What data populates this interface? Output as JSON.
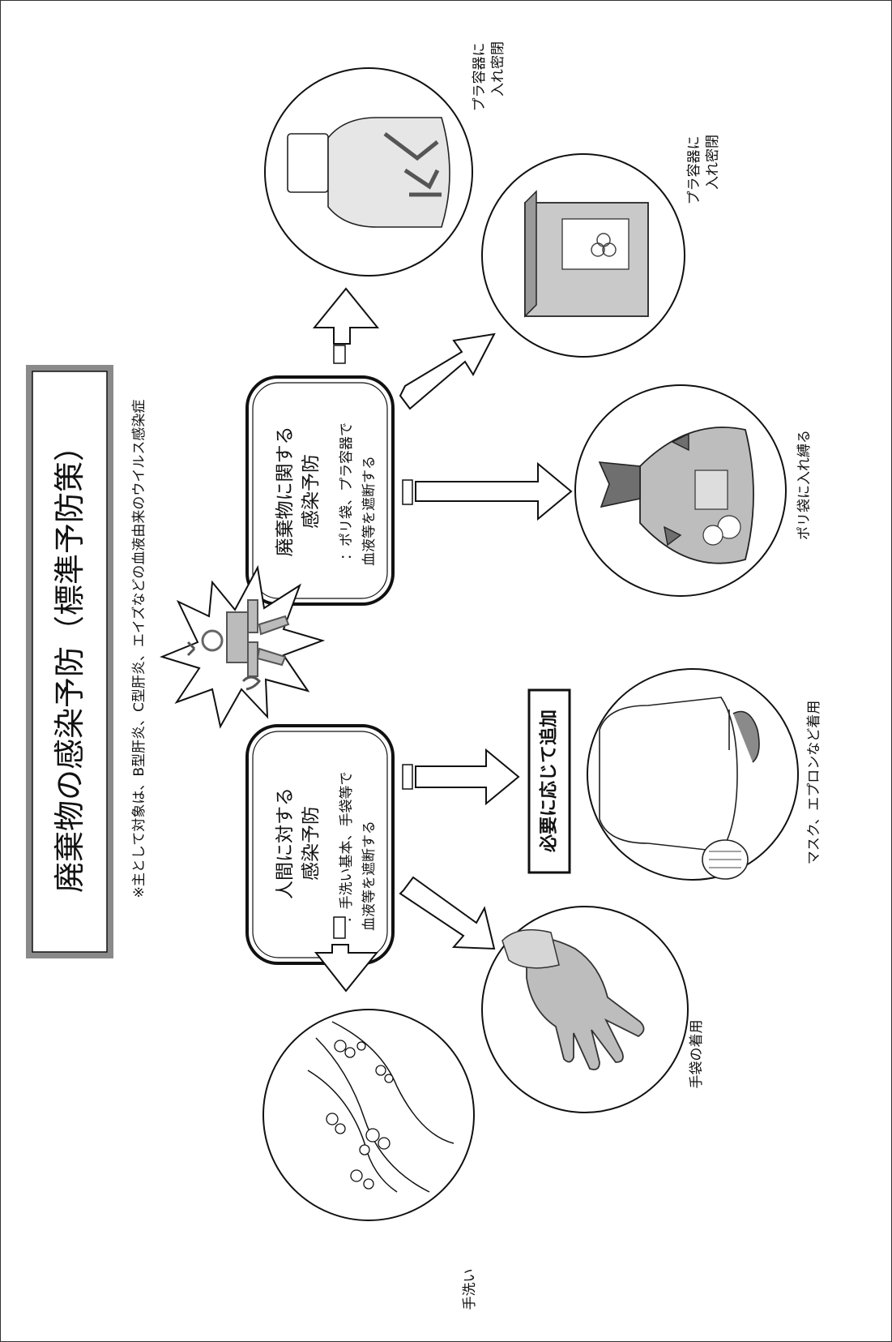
{
  "title": "廃棄物の感染予防（標準予防策）",
  "note": "※主として対象は、B型肝炎、C型肝炎、エイズなどの血液由来のウイルス感染症",
  "human_box": {
    "heading_line1": "人間に対する",
    "heading_line2": "感染予防",
    "desc_line1": "：手洗い基本、手袋等で",
    "desc_line2": "血液等を遮断する"
  },
  "waste_box": {
    "heading_line1": "廃棄物に関する",
    "heading_line2": "感染予防",
    "desc_line1": "：ポリ袋、プラ容器で",
    "desc_line2": "血液等を遮断する"
  },
  "additional_label": "必要に応じて追加",
  "illustrations": {
    "handwash": "手洗い",
    "gloves": "手袋の着用",
    "mask_apron": "マスク、エプロンなど着用",
    "poly_bag": "ポリ袋に入れ縛る",
    "plastic_box_line1": "プラ容器に",
    "plastic_box_line2": "入れ密閉",
    "plastic_bottle_line1": "プラ容器に",
    "plastic_bottle_line2": "入れ密閉"
  },
  "colors": {
    "outline": "#111111",
    "illustration_fill": "#bdbdbd",
    "dark_fill": "#6f6f6f"
  }
}
